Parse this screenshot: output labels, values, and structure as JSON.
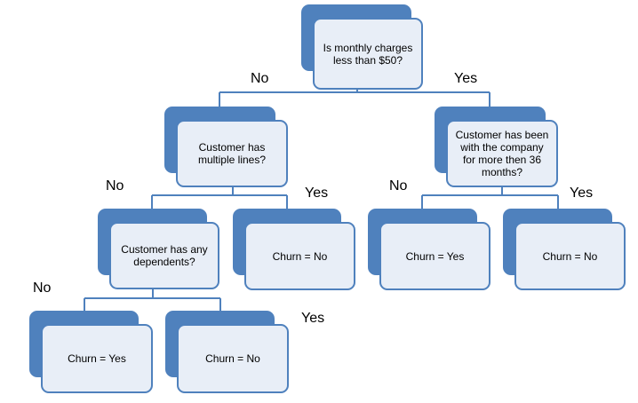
{
  "nodes": {
    "root": "Is monthly charges less than $50?",
    "left": "Customer has multiple lines?",
    "right": "Customer has been with the company for more then 36 months?",
    "ll": "Customer has any dependents?",
    "lr": "Churn = No",
    "rl": "Churn = Yes",
    "rr": "Churn = No",
    "lll": "Churn = Yes",
    "llr": "Churn = No"
  },
  "edges": {
    "root_no": "No",
    "root_yes": "Yes",
    "left_no": "No",
    "left_yes": "Yes",
    "right_no": "No",
    "right_yes": "Yes",
    "ll_no": "No",
    "ll_yes": "Yes"
  },
  "colors": {
    "box_back": "#4f81bd",
    "box_front": "#e8eef7",
    "connector": "#4f81bd"
  }
}
